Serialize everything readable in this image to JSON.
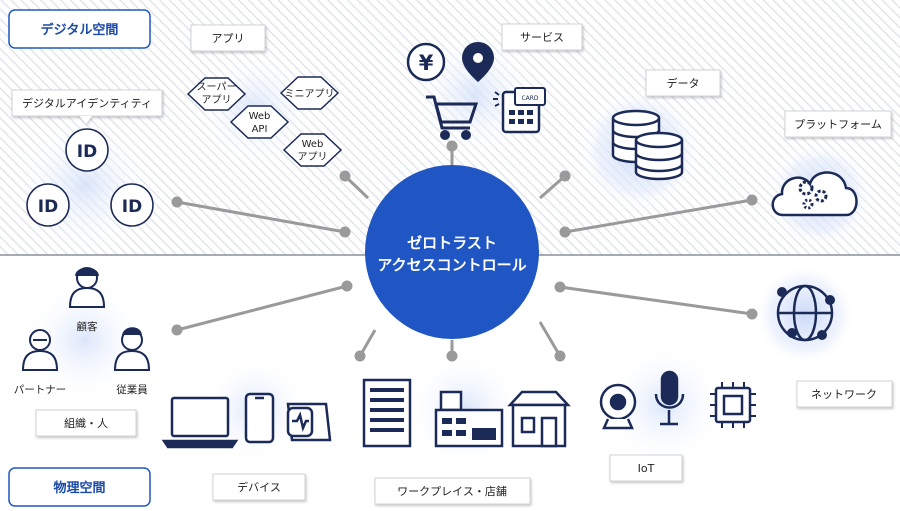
{
  "zones": {
    "digital": "デジタル空間",
    "physical": "物理空間"
  },
  "center": {
    "line1": "ゼロトラスト",
    "line2": "アクセスコントロール"
  },
  "apps": {
    "label": "アプリ",
    "items": [
      {
        "line1": "スーパー",
        "line2": "アプリ"
      },
      {
        "line1": "Web",
        "line2": "API"
      },
      {
        "line1": "ミニアプリ",
        "line2": ""
      },
      {
        "line1": "Web",
        "line2": "アプリ"
      }
    ]
  },
  "identity": {
    "label": "デジタルアイデンティティ",
    "badge": "ID"
  },
  "services": {
    "label": "サービス",
    "yen_symbol": "¥",
    "card_text": "CARD"
  },
  "data": {
    "label": "データ"
  },
  "platform": {
    "label": "プラットフォーム"
  },
  "people": {
    "label": "組織・人",
    "customer": "顧客",
    "partner": "パートナー",
    "employee": "従業員"
  },
  "devices": {
    "label": "デバイス"
  },
  "workplace": {
    "label": "ワークプレイス・店舗"
  },
  "iot": {
    "label": "IoT"
  },
  "network": {
    "label": "ネットワーク"
  },
  "colors": {
    "accent": "#1f56c4",
    "navy": "#1b2a57",
    "line": "#9a9a9a",
    "glow": "#dbe6fb"
  }
}
